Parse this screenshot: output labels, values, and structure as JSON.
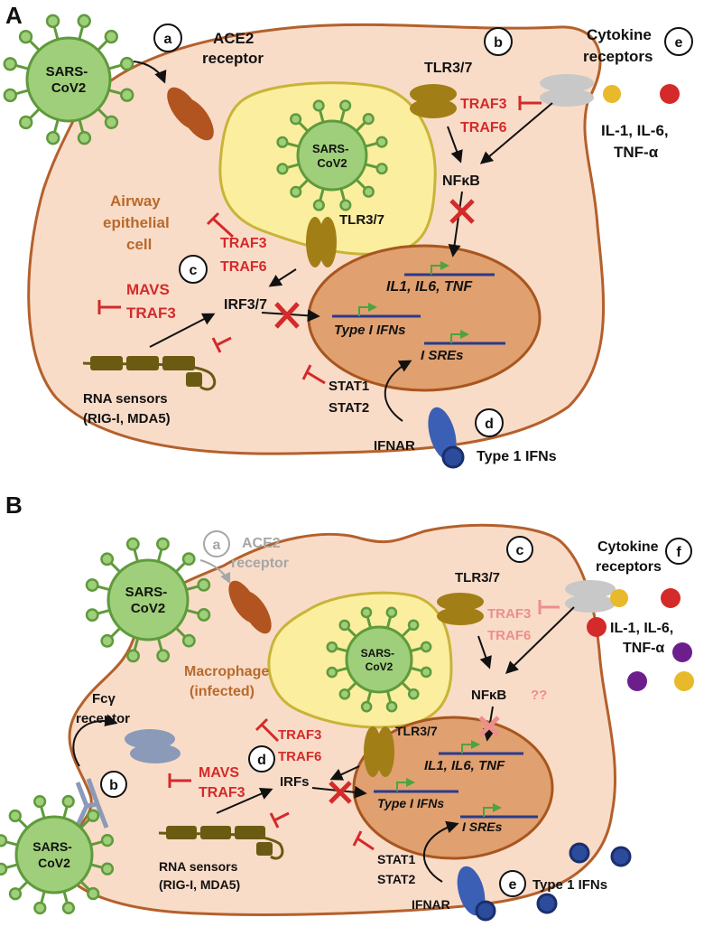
{
  "panelA": {
    "label": "A",
    "virus_outside": [
      "SARS-",
      "CoV2"
    ],
    "virus_endosome": [
      "SARS-",
      "CoV2"
    ],
    "marker_a": "a",
    "ace2": [
      "ACE2",
      "receptor"
    ],
    "marker_b": "b",
    "tlr_top": "TLR3/7",
    "traf3_top": "TRAF3",
    "traf6_top": "TRAF6",
    "cytokine_receptors": [
      "Cytokine",
      "receptors"
    ],
    "marker_e": "e",
    "cytokines": [
      "IL-1, IL-6,",
      "TNF-α"
    ],
    "nfkb": "NFκB",
    "cell_label": [
      "Airway",
      "epithelial",
      "cell"
    ],
    "tlr_mid": "TLR3/7",
    "traf3_mid": "TRAF3",
    "traf6_mid": "TRAF6",
    "marker_c": "c",
    "mavs": "MAVS",
    "traf3_left": "TRAF3",
    "irf": "IRF3/7",
    "genes_inflam": "IL1, IL6, TNF",
    "genes_ifn": "Type I IFNs",
    "genes_isre": "I SREs",
    "rna_sensors": [
      "RNA sensors",
      "(RIG-I, MDA5)"
    ],
    "stat": [
      "STAT1",
      "STAT2"
    ],
    "ifnar": "IFNAR",
    "marker_d": "d",
    "type1_ifns": "Type 1 IFNs"
  },
  "panelB": {
    "label": "B",
    "virus_top": [
      "SARS-",
      "CoV2"
    ],
    "virus_bottom": [
      "SARS-",
      "CoV2"
    ],
    "virus_endosome": [
      "SARS-",
      "CoV2"
    ],
    "marker_a": "a",
    "ace2": [
      "ACE2",
      "receptor"
    ],
    "marker_c": "c",
    "tlr_top": "TLR3/7",
    "traf3_top": "TRAF3",
    "traf6_top": "TRAF6",
    "cytokine_receptors": [
      "Cytokine",
      "receptors"
    ],
    "marker_f": "f",
    "cytokines": [
      "IL-1, IL-6,",
      "TNF-α"
    ],
    "nfkb": "NFκB",
    "unknown": "??",
    "fc": [
      "Fcγ",
      "receptor"
    ],
    "marker_b": "b",
    "cell_label": [
      "Macrophage",
      "(infected)"
    ],
    "tlr_mid": "TLR3/7",
    "traf3_mid": "TRAF3",
    "traf6_mid": "TRAF6",
    "marker_d": "d",
    "mavs": "MAVS",
    "traf3_left": "TRAF3",
    "irf": "IRFs",
    "genes_inflam": "IL1, IL6, TNF",
    "genes_ifn": "Type I IFNs",
    "genes_isre": "I SREs",
    "rna_sensors": [
      "RNA sensors",
      "(RIG-I, MDA5)"
    ],
    "stat": [
      "STAT1",
      "STAT2"
    ],
    "ifnar": "IFNAR",
    "marker_e": "e",
    "type1_ifns": "Type 1 IFNs"
  },
  "colors": {
    "cell_fill": "#f9dcc8",
    "cell_stroke": "#b4602c",
    "endosome_fill": "#fbee9e",
    "endosome_stroke": "#c8b437",
    "nucleus_fill": "#e0a070",
    "nucleus_stroke": "#a8561e",
    "virus_fill": "#9fcf7a",
    "virus_stroke": "#5f9a3c",
    "receptor_brown": "#b15420",
    "tlr": "#a27e17",
    "inhibit_red": "#d42a2a",
    "inhibit_pink": "#ec8e8e",
    "ifnar_blue": "#3a5fb4",
    "ifn_blue": "#2c4b9c",
    "cyto_yellow": "#e8b92a",
    "cyto_red": "#d42a2a",
    "cyto_purple": "#6c1f8c",
    "fc_receptor": "#8a9ab8",
    "antibody": "#8a9ab8",
    "rna_sensor": "#6a5a12",
    "arrow_green": "#4ca43c",
    "gene_line": "#2a3a8c"
  }
}
